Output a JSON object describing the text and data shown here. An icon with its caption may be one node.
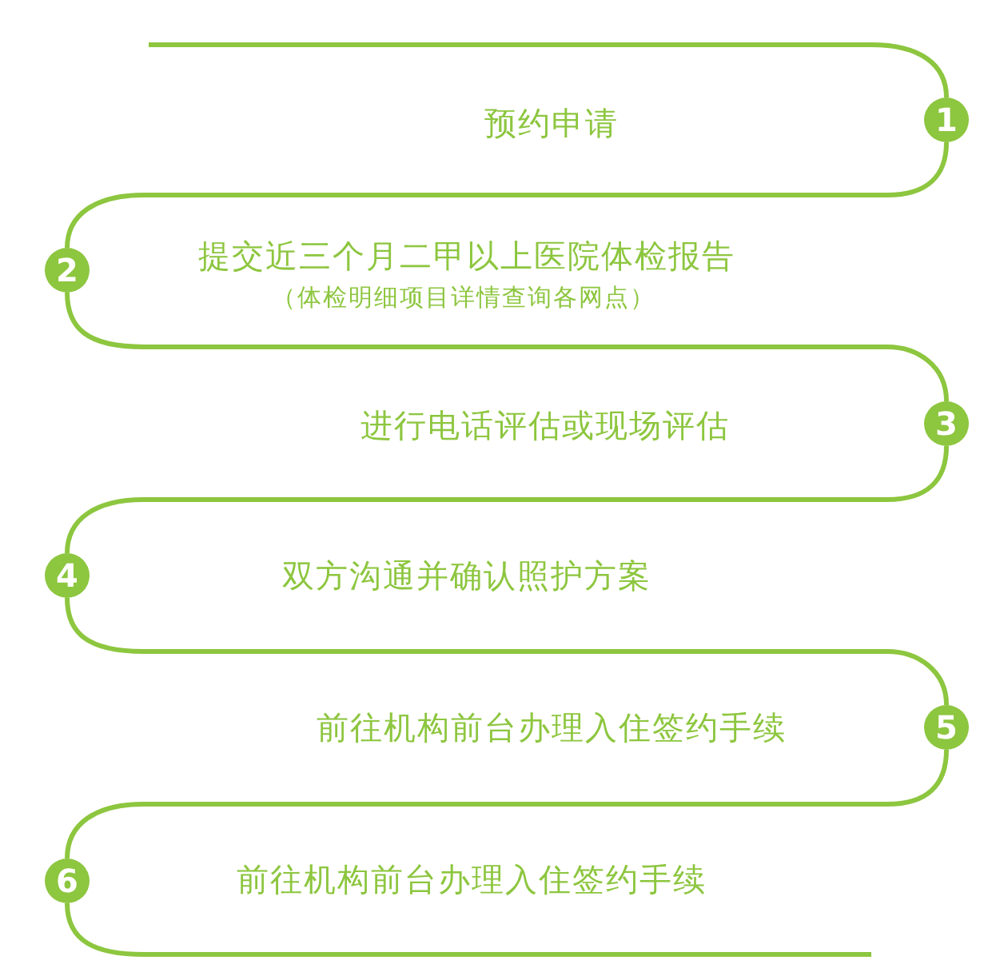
{
  "diagram": {
    "nodes": [
      {
        "text": [
          "1"
        ]
      },
      {
        "text": [
          "2"
        ]
      },
      {
        "text": [
          "3"
        ]
      },
      {
        "text": [
          "4"
        ]
      },
      {
        "text": [
          "5"
        ]
      },
      {
        "text": [
          "6"
        ]
      }
    ],
    "edges": [
      {
        "from": null,
        "to": 0,
        "arrow": "none"
      },
      {
        "from": 0,
        "to": 1,
        "arrow": "none"
      },
      {
        "from": 1,
        "to": 2,
        "arrow": "none"
      },
      {
        "from": 2,
        "to": 3,
        "arrow": "none"
      },
      {
        "from": 3,
        "to": 4,
        "arrow": "none"
      },
      {
        "from": 4,
        "to": 5,
        "arrow": "none"
      },
      {
        "from": 5,
        "to": null,
        "arrow": "none"
      }
    ],
    "labels": [
      "预约申请",
      "提交近三个月二甲以上医院体检报告",
      "（体检明细项目详情查询各网点）",
      "进行电话评估或现场评估",
      "双方沟通并确认照护方案",
      "前往机构前台办理入住签约手续",
      "前往机构前台办理入住签约手续"
    ]
  }
}
